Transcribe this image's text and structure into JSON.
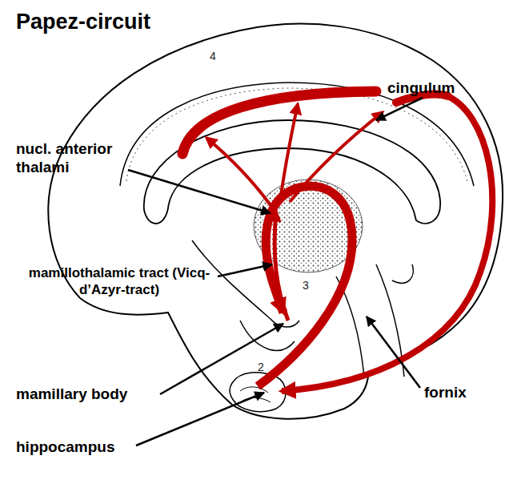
{
  "diagram": {
    "title": "Papez-circuit",
    "labels": [
      "cingulum",
      "nucl. anterior thalami",
      "4",
      "mamillothalamic tract (Vicq-d’Azyr-tract)",
      "3",
      "mamillary body",
      "2",
      "fornix",
      "hippocampus"
    ]
  }
}
